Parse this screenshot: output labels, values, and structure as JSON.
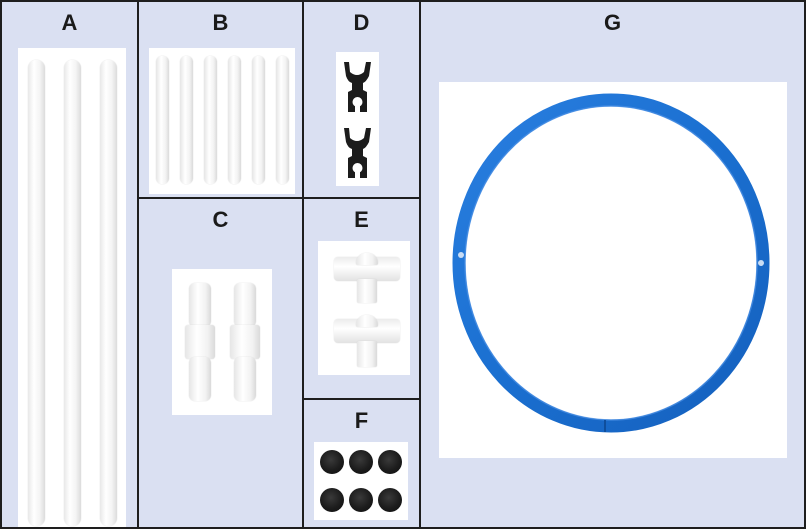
{
  "panels": {
    "a": {
      "label": "A"
    },
    "b": {
      "label": "B"
    },
    "c": {
      "label": "C"
    },
    "d": {
      "label": "D"
    },
    "e": {
      "label": "E"
    },
    "f": {
      "label": "F"
    },
    "g": {
      "label": "G"
    }
  },
  "colors": {
    "panel_background": "#dae0f2",
    "border": "#1e1e1e",
    "ring": "#1a6fd0",
    "caps": "#1c1c1c",
    "clips": "#1c1c1c"
  },
  "icons": {
    "long_pipes": "long-white-pipe",
    "short_pipes": "short-white-pipe",
    "couplers": "straight-coupler",
    "clips": "black-clip",
    "tees": "tee-connector",
    "caps": "black-end-cap",
    "ring": "blue-hoop-ring"
  }
}
